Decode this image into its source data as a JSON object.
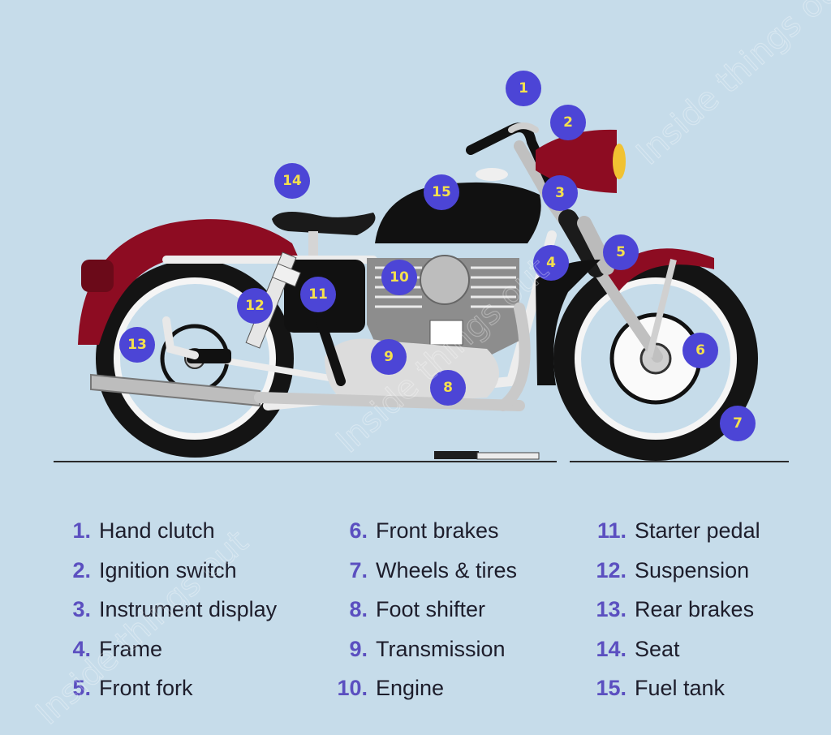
{
  "colors": {
    "background": "#c6dcea",
    "fender": "#8d0c22",
    "tank": "#111111",
    "chrome": "#c9c9c9",
    "marker": "#4c45d6",
    "marker_text": "#f4e04d",
    "legend_number": "#5b4fc0",
    "legend_text": "#1d1d2b"
  },
  "markers": [
    "1",
    "2",
    "3",
    "4",
    "5",
    "6",
    "7",
    "8",
    "9",
    "10",
    "11",
    "12",
    "13",
    "14",
    "15"
  ],
  "legend": [
    {
      "num": "1.",
      "label": "Hand clutch"
    },
    {
      "num": "2.",
      "label": "Ignition switch"
    },
    {
      "num": "3.",
      "label": "Instrument display"
    },
    {
      "num": "4.",
      "label": "Frame"
    },
    {
      "num": "5.",
      "label": "Front fork"
    },
    {
      "num": "6.",
      "label": "Front brakes"
    },
    {
      "num": "7.",
      "label": "Wheels & tires"
    },
    {
      "num": "8.",
      "label": "Foot shifter"
    },
    {
      "num": "9.",
      "label": "Transmission"
    },
    {
      "num": "10.",
      "label": "Engine"
    },
    {
      "num": "11.",
      "label": "Starter pedal"
    },
    {
      "num": "12.",
      "label": "Suspension"
    },
    {
      "num": "13.",
      "label": "Rear brakes"
    },
    {
      "num": "14.",
      "label": "Seat"
    },
    {
      "num": "15.",
      "label": "Fuel tank"
    }
  ],
  "watermark": [
    "Inside things out",
    "Inside things out",
    "Inside things out"
  ]
}
